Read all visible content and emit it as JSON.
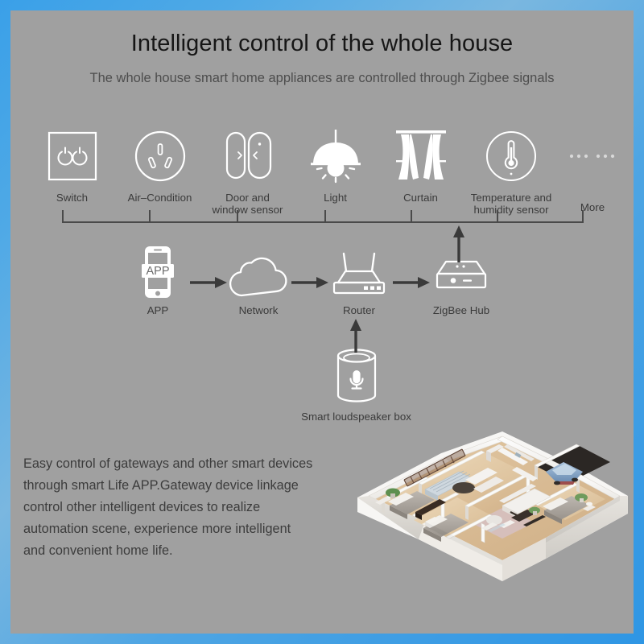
{
  "header": {
    "title": "Intelligent control of the whole house",
    "subtitle": "The whole house smart home appliances are controlled through Zigbee signals"
  },
  "colors": {
    "frame_blue": "#3aa0e8",
    "canvas_gray": "#a0a0a0",
    "icon_white": "#ffffff",
    "line_dark": "#4a4a4a",
    "text_dark": "#161616",
    "text_body": "#3c3c3c"
  },
  "devices": [
    {
      "id": "switch",
      "icon": "wall-switch-icon",
      "label": "Switch"
    },
    {
      "id": "air-condition",
      "icon": "power-socket-icon",
      "label": "Air–Condition"
    },
    {
      "id": "door-window",
      "icon": "door-window-sensor-icon",
      "label": "Door and\nwindow sensor"
    },
    {
      "id": "light",
      "icon": "pendant-light-icon",
      "label": "Light"
    },
    {
      "id": "curtain",
      "icon": "curtain-icon",
      "label": "Curtain"
    },
    {
      "id": "temp-humidity",
      "icon": "thermometer-icon",
      "label": "Temperature and\nhumidity sensor"
    },
    {
      "id": "more",
      "icon": "ellipsis-icon",
      "label": "More"
    }
  ],
  "flow": [
    {
      "id": "app",
      "icon": "smartphone-app-icon",
      "label": "APP",
      "badge": "APP"
    },
    {
      "id": "network",
      "icon": "cloud-icon",
      "label": "Network"
    },
    {
      "id": "router",
      "icon": "router-icon",
      "label": "Router"
    },
    {
      "id": "zigbee-hub",
      "icon": "zigbee-hub-icon",
      "label": "ZigBee Hub"
    }
  ],
  "speaker": {
    "icon": "smart-speaker-icon",
    "label": "Smart loudspeaker box"
  },
  "description": "Easy control of gateways and other smart devices\nthrough smart Life APP.Gateway device linkage\ncontrol other intelligent devices to realize\nautomation scene, experience more intelligent\nand convenient home life.",
  "floorplan": {
    "name": "3d-floorplan-image",
    "alt": "3D isometric cutaway floor plan of a house with living room, kitchen, bedrooms, bathroom and garage with a car"
  }
}
